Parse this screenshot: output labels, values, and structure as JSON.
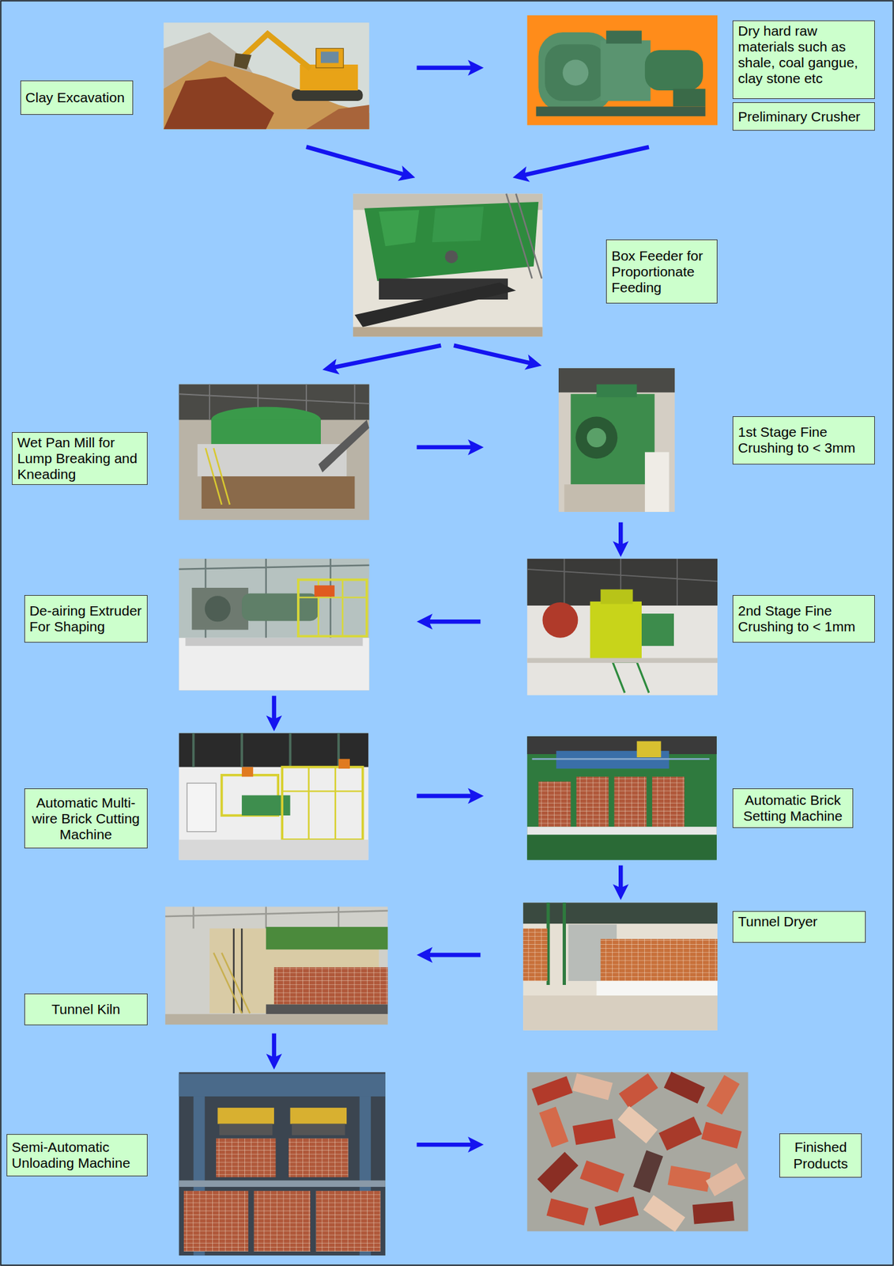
{
  "diagram": {
    "nodes": [
      {
        "text": [
          "Clay Excavation"
        ]
      },
      {
        "text": [
          "Dry hard raw materials such as shale, coal gangue, clay stone etc",
          "Preliminary Crusher"
        ]
      },
      {
        "text": [
          "Box Feeder for Proportionate Feeding"
        ]
      },
      {
        "text": [
          "Wet Pan Mill for Lump Breaking and Kneading"
        ]
      },
      {
        "text": [
          "1st Stage Fine Crushing to < 3mm"
        ]
      },
      {
        "text": [
          "De-airing Extruder For Shaping"
        ]
      },
      {
        "text": [
          "2nd Stage Fine Crushing to < 1mm"
        ]
      },
      {
        "text": [
          "Automatic Multi-wire Brick Cutting Machine"
        ]
      },
      {
        "text": [
          "Automatic Brick Setting Machine"
        ]
      },
      {
        "text": [
          "Tunnel Kiln"
        ]
      },
      {
        "text": [
          "Tunnel Dryer"
        ]
      },
      {
        "text": [
          "Semi-Automatic Unloading Machine"
        ]
      },
      {
        "text": [
          "Finished Products"
        ]
      }
    ],
    "edges": [
      {
        "from": 0,
        "to": 1,
        "arrow": "to"
      },
      {
        "from": 0,
        "to": 2,
        "arrow": "to"
      },
      {
        "from": 1,
        "to": 2,
        "arrow": "to"
      },
      {
        "from": 2,
        "to": 3,
        "arrow": "to"
      },
      {
        "from": 2,
        "to": 4,
        "arrow": "to"
      },
      {
        "from": 3,
        "to": 4,
        "arrow": "to"
      },
      {
        "from": 4,
        "to": 6,
        "arrow": "to"
      },
      {
        "from": 6,
        "to": 5,
        "arrow": "to"
      },
      {
        "from": 5,
        "to": 7,
        "arrow": "to"
      },
      {
        "from": 7,
        "to": 8,
        "arrow": "to"
      },
      {
        "from": 8,
        "to": 10,
        "arrow": "to"
      },
      {
        "from": 10,
        "to": 9,
        "arrow": "to"
      },
      {
        "from": 9,
        "to": 11,
        "arrow": "to"
      },
      {
        "from": 11,
        "to": 12,
        "arrow": "to"
      }
    ]
  }
}
